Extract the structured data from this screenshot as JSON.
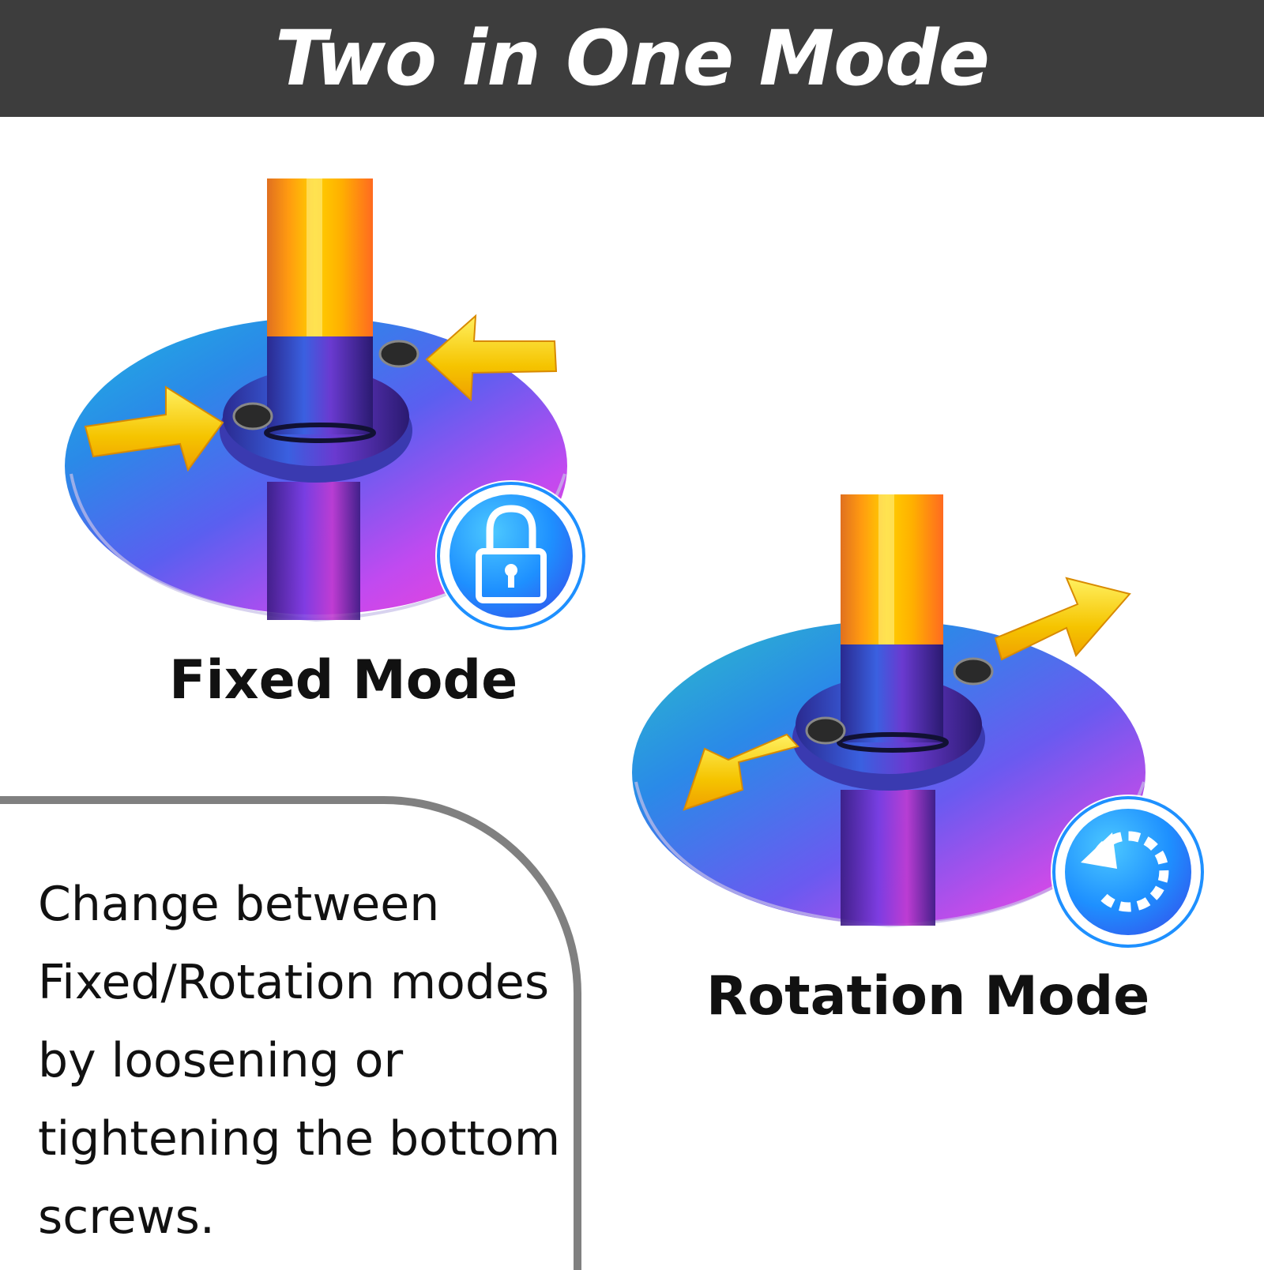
{
  "header": {
    "title": "Two in One Mode"
  },
  "modes": {
    "fixed": {
      "label": "Fixed Mode",
      "badge_icon": "lock-icon"
    },
    "rotation": {
      "label": "Rotation Mode",
      "badge_icon": "rotate-icon"
    }
  },
  "description": "Change between Fixed/Rotation modes by loosening or tightening the bottom screws.",
  "colors": {
    "header_bg": "#3d3d3d",
    "arrow": "#f5c400",
    "badge": "#1e90ff",
    "panel_border": "#808080"
  }
}
